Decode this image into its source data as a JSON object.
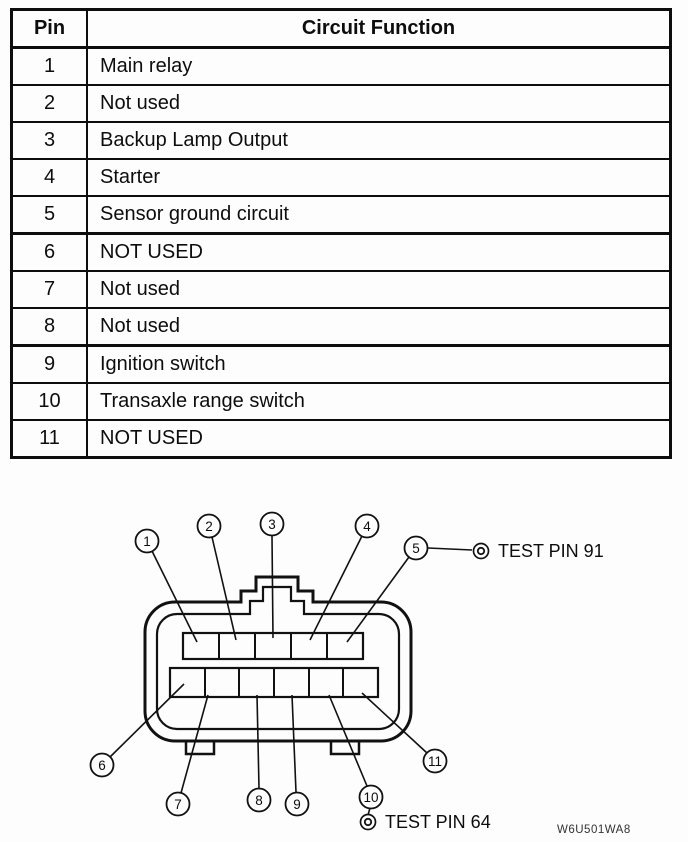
{
  "table": {
    "headers": {
      "pin": "Pin",
      "function": "Circuit Function"
    },
    "rows": [
      {
        "pin": "1",
        "function": "Main relay"
      },
      {
        "pin": "2",
        "function": "Not used"
      },
      {
        "pin": "3",
        "function": "Backup Lamp Output"
      },
      {
        "pin": "4",
        "function": "Starter"
      },
      {
        "pin": "5",
        "function": "Sensor ground circuit"
      },
      {
        "pin": "6",
        "function": "NOT USED"
      },
      {
        "pin": "7",
        "function": "Not used"
      },
      {
        "pin": "8",
        "function": "Not used"
      },
      {
        "pin": "9",
        "function": "Ignition switch"
      },
      {
        "pin": "10",
        "function": "Transaxle range switch"
      },
      {
        "pin": "11",
        "function": "NOT USED"
      }
    ]
  },
  "diagram": {
    "callouts": [
      "1",
      "2",
      "3",
      "4",
      "5",
      "6",
      "7",
      "8",
      "9",
      "10",
      "11"
    ],
    "test_pin_top_label": "TEST PIN 91",
    "test_pin_bottom_label": "TEST PIN 64",
    "watermark": "W6U501WA8",
    "colors": {
      "ink": "#111111",
      "paper": "#fdfdfd"
    }
  }
}
